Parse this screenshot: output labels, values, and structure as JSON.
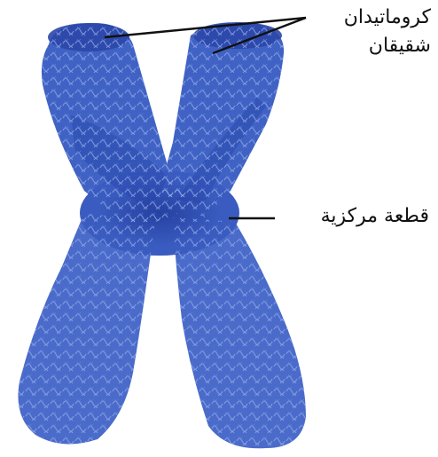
{
  "labels": {
    "sister_chromatids_line1": "كروماتيدان",
    "sister_chromatids_line2": "شقيقان",
    "centromere": "قطعة مركزية"
  },
  "colors": {
    "chromosome_dark": "#2a47a8",
    "chromosome_mid": "#3f62c4",
    "chromosome_light": "#7d95dd",
    "leader_line": "#111111",
    "background": "#ffffff"
  }
}
